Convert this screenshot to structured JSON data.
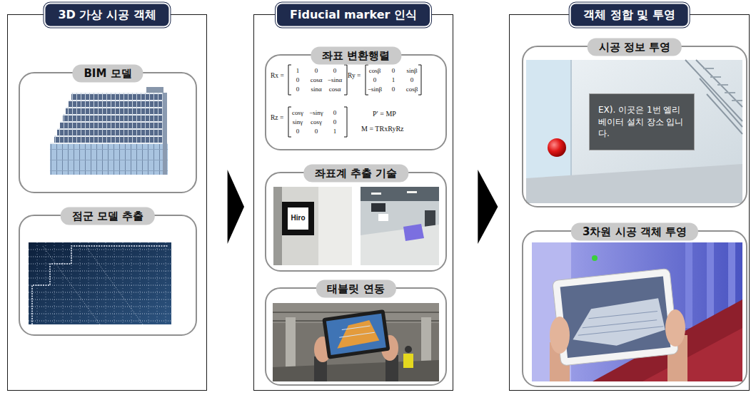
{
  "diagram": {
    "nodes": [
      {
        "text": [
          "3D 가상 시공 객체"
        ]
      },
      {
        "text": [
          "BIM 모델"
        ],
        "in": 0
      },
      {
        "text": [
          "점군 모델 추출"
        ],
        "in": 0
      },
      {
        "text": [
          "Fiducial marker 인식"
        ]
      },
      {
        "text": [
          "좌표 변환행렬"
        ],
        "in": 3
      },
      {
        "text": [
          "좌표계 추출 기술"
        ],
        "in": 3
      },
      {
        "text": [
          "태블릿 연동"
        ],
        "in": 3
      },
      {
        "text": [
          "객체 정합 및 투영"
        ]
      },
      {
        "text": [
          "시공 정보 투영"
        ],
        "in": 7
      },
      {
        "text": [
          "EX). 이곳은 1번 엘리베이터 설치 장소 입니다."
        ],
        "in": 8
      },
      {
        "text": [
          "3차원 시공 객체 투영"
        ],
        "in": 7
      }
    ],
    "edges": [
      {
        "from": 0,
        "to": 3,
        "arrow": "to"
      },
      {
        "from": 3,
        "to": 7,
        "arrow": "to"
      }
    ],
    "labels": [
      "Rx =",
      "1",
      "0",
      "0",
      "0",
      "cosα",
      "−sinα",
      "0",
      "sinα",
      "cosα",
      "Ry =",
      "cosβ",
      "0",
      "sinβ",
      "0",
      "1",
      "0",
      "−sinβ",
      "0",
      "cosβ",
      "Rz =",
      "cosγ",
      "−sinγ",
      "0",
      "sinγ",
      "cosγ",
      "0",
      "0",
      "0",
      "1",
      "P′ = MP",
      "M = TRxRyRz",
      "Hiro"
    ]
  }
}
